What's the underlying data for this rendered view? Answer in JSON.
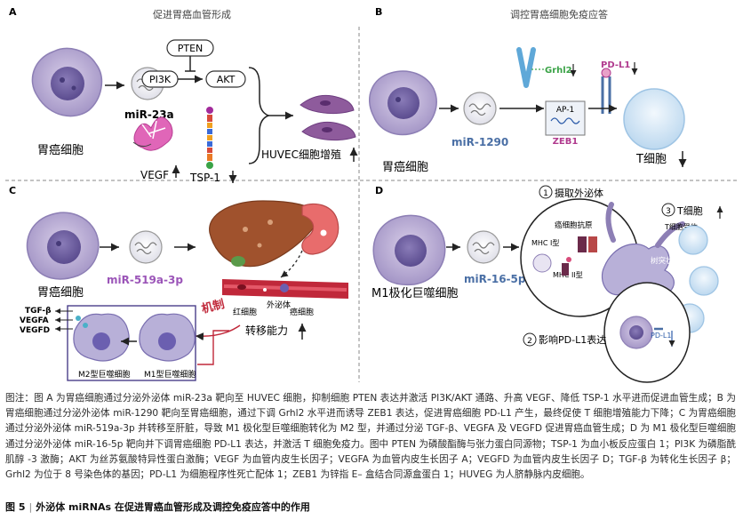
{
  "panels": {
    "a": {
      "letter": "A",
      "title": "促进胃癌血管形成",
      "cell": "胃癌细胞",
      "mirna": "miR-23a",
      "pten": "PTEN",
      "pi3k": "PI3K",
      "akt": "AKT",
      "vegf": "VEGF",
      "tsp1": "TSP-1",
      "huvec": "HUVEC细胞增殖"
    },
    "b": {
      "letter": "B",
      "title": "调控胃癌细胞免疫应答",
      "cell": "胃癌细胞",
      "mirna": "miR-1290",
      "grhl2": "Grhl2",
      "pdl1": "PD-L1",
      "ap1": "AP-1",
      "zeb1": "ZEB1",
      "tcell": "T细胞"
    },
    "c": {
      "letter": "C",
      "cell": "胃癌细胞",
      "mirna": "miR-519a-3p",
      "mechanism": "机制",
      "exosome": "外泌体",
      "cancer_cell": "癌细胞",
      "rbc": "红细胞",
      "metastasis": "转移能力",
      "tgf": "TGF-β",
      "vegfa": "VEGFA",
      "vegfd": "VEGFD",
      "m2": "M2型巨噬细胞",
      "m1": "M1型巨噬细胞"
    },
    "d": {
      "letter": "D",
      "cell": "M1极化巨噬细胞",
      "mirna": "miR-16-5p",
      "step1_num": "1",
      "step1": "摄取外泌体",
      "step2_num": "2",
      "step2": "影响PD-L1表达",
      "step3_num": "3",
      "step3": "T细胞",
      "antigen": "癌细胞抗原",
      "mhc1": "MHC I型",
      "mhc2": "MHC II型",
      "tcr": "T细胞受体",
      "dc": "树突状细胞",
      "pdl1": "PD-L1"
    }
  },
  "caption": "图注：图 A 为胃癌细胞通过分泌外泌体 miR-23a 靶向至 HUVEC 细胞，抑制细胞 PTEN 表达并激活 PI3K/AKT 通路、升高 VEGF、降低 TSP-1 水平进而促进血管生成；B 为胃癌细胞通过分泌外泌体 miR-1290 靶向至胃癌细胞，通过下调 Grhl2 水平进而诱导 ZEB1 表达，促进胃癌细胞 PD-L1 产生，最终促使 T 细胞增殖能力下降；C 为胃癌细胞通过分泌外泌体 miR-519a-3p 并转移至肝脏，导致 M1 极化型巨噬细胞转化为 M2 型，并通过分泌 TGF-β、VEGFA 及 VEGFD 促进胃癌血管生成；D 为 M1 极化型巨噬细胞通过分泌外泌体 miR-16-5p 靶向并下调胃癌细胞 PD-L1 表达，并激活 T 细胞免疫力。图中 PTEN 为磷酸酯酶与张力蛋白同源物；TSP-1 为血小板反应蛋白 1；PI3K 为磷脂酰肌醇 -3 激酶；AKT 为丝苏氨酸特异性蛋白激酶；VEGF 为血管内皮生长因子；VEGFA 为血管内皮生长因子 A；VEGFD 为血管内皮生长因子 D；TGF-β 为转化生长因子 β；Grhl2 为位于 8 号染色体的基因；PD-L1 为细胞程序性死亡配体 1；ZEB1 为锌指 E– 盒结合同源盒蛋白 1；HUVEG 为人脐静脉内皮细胞。",
  "figure_title": {
    "number": "图 5",
    "text": "外泌体 miRNAs 在促进胃癌血管形成及调控免疫应答中的作用"
  }
}
